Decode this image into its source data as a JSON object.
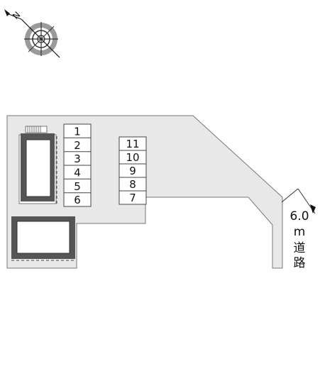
{
  "compass": {
    "north_label": "N",
    "icon": "compass-rose-icon"
  },
  "parking_left": [
    "1",
    "2",
    "3",
    "4",
    "5",
    "6"
  ],
  "parking_right": [
    "11",
    "10",
    "9",
    "8",
    "7"
  ],
  "road": {
    "width": "6.0",
    "unit": "m",
    "label_line1": "道",
    "label_line2": "路"
  },
  "colors": {
    "lot": "#e8e8e8",
    "building": "#555555",
    "outline": "#666666"
  }
}
